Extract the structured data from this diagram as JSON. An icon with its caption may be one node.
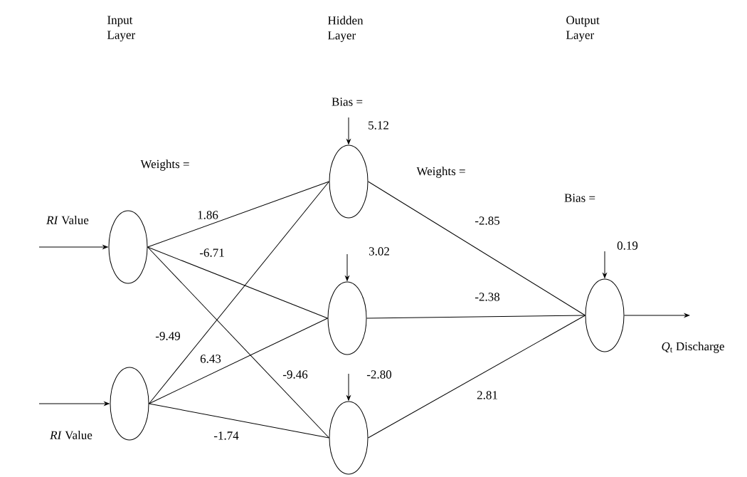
{
  "diagram": {
    "nodes": [
      {
        "text": [],
        "shape": "circle"
      },
      {
        "text": [],
        "shape": "circle"
      },
      {
        "text": [],
        "shape": "circle"
      },
      {
        "text": [],
        "shape": "circle"
      },
      {
        "text": [],
        "shape": "circle"
      },
      {
        "text": [],
        "shape": "circle"
      }
    ],
    "edges": [
      {
        "from": null,
        "to": 0,
        "arrow": "to",
        "label": "*RI* Value"
      },
      {
        "from": null,
        "to": 1,
        "arrow": "to",
        "label": "*RI* Value"
      },
      {
        "from": 0,
        "to": 2,
        "arrow": "none",
        "label": "1.86"
      },
      {
        "from": 0,
        "to": 3,
        "arrow": "none",
        "label": "-6.71"
      },
      {
        "from": 0,
        "to": 4,
        "arrow": "none",
        "label": "-9.46"
      },
      {
        "from": 1,
        "to": 2,
        "arrow": "none",
        "label": "-9.49"
      },
      {
        "from": 1,
        "to": 3,
        "arrow": "none",
        "label": "6.43"
      },
      {
        "from": 1,
        "to": 4,
        "arrow": "none",
        "label": "-1.74"
      },
      {
        "from": null,
        "to": 2,
        "arrow": "to",
        "label": "5.12"
      },
      {
        "from": null,
        "to": 3,
        "arrow": "to",
        "label": "3.02"
      },
      {
        "from": null,
        "to": 4,
        "arrow": "to",
        "label": "-2.80"
      },
      {
        "from": 2,
        "to": 5,
        "arrow": "none",
        "label": "-2.85"
      },
      {
        "from": 3,
        "to": 5,
        "arrow": "none",
        "label": "-2.38"
      },
      {
        "from": 4,
        "to": 5,
        "arrow": "none",
        "label": "2.81"
      },
      {
        "from": null,
        "to": 5,
        "arrow": "to",
        "label": "0.19"
      },
      {
        "from": 5,
        "to": null,
        "arrow": "to",
        "label": "*Q*$_{t}$ Discharge"
      }
    ],
    "labels": [
      "Input Layer",
      "Hidden Layer",
      "Output Layer",
      "Bias =",
      "Weights =",
      "Weights =",
      "Bias ="
    ]
  }
}
